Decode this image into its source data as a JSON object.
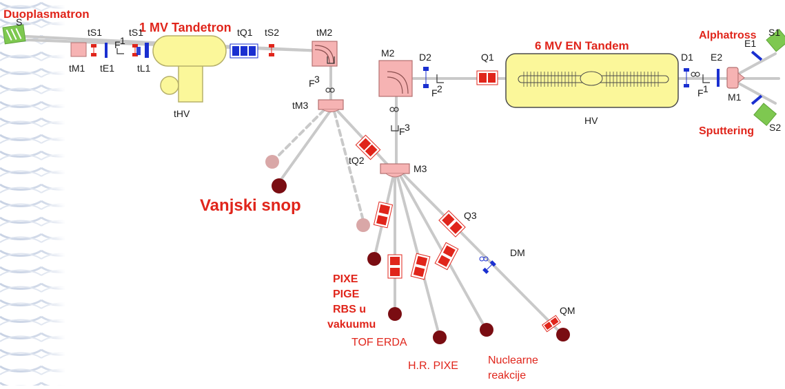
{
  "colors": {
    "beam_line": "#c9c9c9",
    "red_accent": "#e0251b",
    "blue_element": "#1a2fd0",
    "magnet_pink": "#f6b3b3",
    "tandem_yellow": "#fbf79a",
    "source_green": "#7ec850",
    "end_station": "#7a0d12",
    "faded_station": "#d9a7a7"
  },
  "titles": {
    "tandetron": "1 MV Tandetron",
    "en_tandem": "6 MV EN Tandem",
    "duoplasmatron": "Duoplasmatron",
    "alphatross": "Alphatross",
    "sputtering": "Sputtering",
    "vanjski_snop": "Vanjski snop"
  },
  "station_labels": {
    "pixe_lines": [
      "PIXE",
      "PIGE",
      "RBS u",
      "vakuumu"
    ],
    "tof_erda": "TOF ERDA",
    "hr_pixe": "H.R. PIXE",
    "nuclear_lines": [
      "Nuclearne",
      "reakcije"
    ]
  },
  "component_labels": {
    "s_partial": "S",
    "tS1_a": "tS1",
    "tS1_b": "tS1",
    "tM1": "tM1",
    "tE1": "tE1",
    "tL1": "tL1",
    "tQ1": "tQ1",
    "tS2": "tS2",
    "tM2": "tM2",
    "tM3": "tM3",
    "tHV": "tHV",
    "tQ2": "tQ2",
    "F1_t": "F",
    "F1_t_num": "1",
    "F3_t": "F",
    "F3_t_num": "3",
    "M2": "M2",
    "D2": "D2",
    "F2": "F",
    "F2_num": "2",
    "F3_m": "F",
    "F3_m_num": "3",
    "M3": "M3",
    "Q1": "Q1",
    "HV": "HV",
    "D1": "D1",
    "E2": "E2",
    "F1_e": "F",
    "F1_e_num": "1",
    "E1": "E1",
    "S1": "S1",
    "S2": "S2",
    "M1": "M1",
    "Q3": "Q3",
    "DM": "DM",
    "QM": "QM"
  },
  "icons": [
    "duoplasmatron-source-icon",
    "sputtering-source-icon",
    "alphatross-source-icon",
    "end-station-icon",
    "quadrupole-icon",
    "steerer-icon",
    "faraday-cup-icon",
    "analysing-magnet-icon",
    "switching-magnet-icon"
  ]
}
